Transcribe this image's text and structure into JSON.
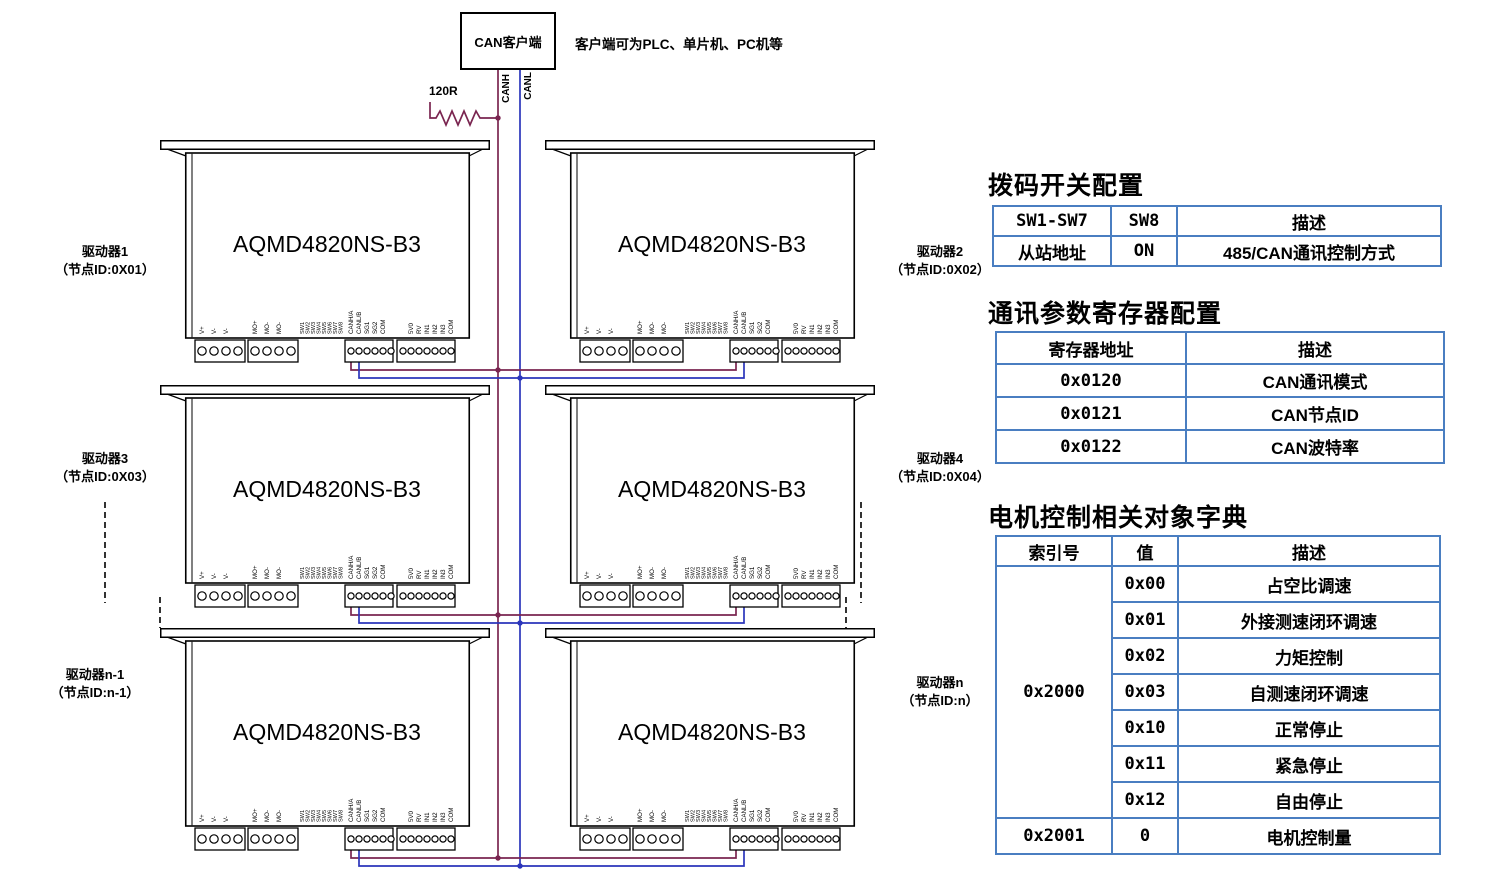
{
  "colors": {
    "canh_wire": "#7a2550",
    "canl_wire": "#2b35bb",
    "table_border": "#4a7ec1",
    "outline": "#000000"
  },
  "client": {
    "label": "CAN客户端",
    "note": "客户端可为PLC、单片机、PC机等",
    "resistor_label": "120R",
    "canh_label": "CANH",
    "canl_label": "CANL"
  },
  "driver_pins": {
    "power": [
      "V+",
      "V-",
      "V-",
      "MO+",
      "MO-",
      "MO-"
    ],
    "sw": [
      "SW1",
      "SW2",
      "SW3",
      "SW4",
      "SW5",
      "SW6",
      "SW7",
      "SW8"
    ],
    "comm": [
      "CANH/A",
      "CANL/B",
      "SG1",
      "SG2",
      "COM"
    ],
    "io": [
      "5V0",
      "RV",
      "IN1",
      "IN2",
      "IN3",
      "COM"
    ]
  },
  "drivers": [
    {
      "label": "驱动器1",
      "node": "（节点ID:0X01）",
      "model": "AQMD4820NS-B3"
    },
    {
      "label": "驱动器2",
      "node": "（节点ID:0X02）",
      "model": "AQMD4820NS-B3"
    },
    {
      "label": "驱动器3",
      "node": "（节点ID:0X03）",
      "model": "AQMD4820NS-B3"
    },
    {
      "label": "驱动器4",
      "node": "（节点ID:0X04）",
      "model": "AQMD4820NS-B3"
    },
    {
      "label": "驱动器n-1",
      "node": "（节点ID:n-1）",
      "model": "AQMD4820NS-B3"
    },
    {
      "label": "驱动器n",
      "node": "（节点ID:n）",
      "model": "AQMD4820NS-B3"
    }
  ],
  "dip_table": {
    "title": "拨码开关配置",
    "headers": [
      "SW1-SW7",
      "SW8",
      "描述"
    ],
    "rows": [
      [
        "从站地址",
        "ON",
        "485/CAN通讯控制方式"
      ]
    ]
  },
  "comm_table": {
    "title": "通讯参数寄存器配置",
    "headers": [
      "寄存器地址",
      "描述"
    ],
    "rows": [
      [
        "0x0120",
        "CAN通讯模式"
      ],
      [
        "0x0121",
        "CAN节点ID"
      ],
      [
        "0x0122",
        "CAN波特率"
      ]
    ]
  },
  "dict_table": {
    "title": "电机控制相关对象字典",
    "headers": [
      "索引号",
      "值",
      "描述"
    ],
    "groups": [
      {
        "index": "0x2000",
        "entries": [
          [
            "0x00",
            "占空比调速"
          ],
          [
            "0x01",
            "外接测速闭环调速"
          ],
          [
            "0x02",
            "力矩控制"
          ],
          [
            "0x03",
            "自测速闭环调速"
          ],
          [
            "0x10",
            "正常停止"
          ],
          [
            "0x11",
            "紧急停止"
          ],
          [
            "0x12",
            "自由停止"
          ]
        ]
      },
      {
        "index": "0x2001",
        "entries": [
          [
            "0",
            "电机控制量"
          ]
        ]
      }
    ]
  }
}
